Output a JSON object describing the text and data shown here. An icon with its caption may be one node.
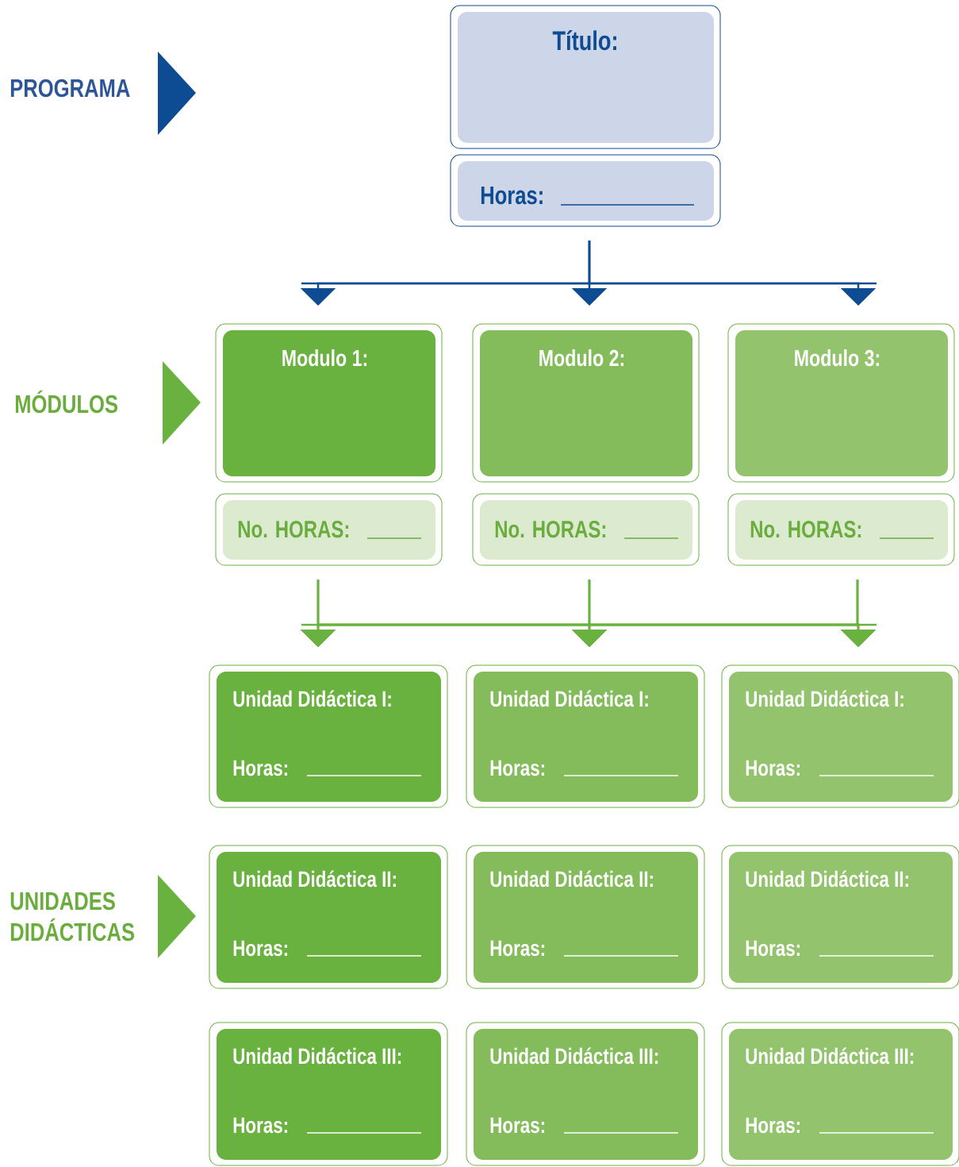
{
  "diagram": {
    "nodes": [
      {
        "text": [
          "Título:"
        ]
      },
      {
        "text": [
          "Horas:"
        ]
      },
      {
        "text": [
          "Modulo 1:"
        ]
      },
      {
        "text": [
          "Modulo 2:"
        ]
      },
      {
        "text": [
          "Modulo 3:"
        ]
      },
      {
        "text": [
          "No. HORAS:"
        ]
      },
      {
        "text": [
          "No. HORAS:"
        ]
      },
      {
        "text": [
          "No. HORAS:"
        ]
      },
      {
        "text": [
          "Unidad Didáctica I:",
          "Horas:"
        ]
      },
      {
        "text": [
          "Unidad Didáctica I:",
          "Horas:"
        ]
      },
      {
        "text": [
          "Unidad Didáctica I:",
          "Horas:"
        ]
      },
      {
        "text": [
          "Unidad Didáctica II:",
          "Horas:"
        ]
      },
      {
        "text": [
          "Unidad Didáctica II:",
          "Horas:"
        ]
      },
      {
        "text": [
          "Unidad Didáctica II:",
          "Horas:"
        ]
      },
      {
        "text": [
          "Unidad Didáctica III:",
          "Horas:"
        ]
      },
      {
        "text": [
          "Unidad Didáctica III:",
          "Horas:"
        ]
      },
      {
        "text": [
          "Unidad Didáctica III:",
          "Horas:"
        ]
      }
    ],
    "edges": [
      {
        "from": 1,
        "to": 2,
        "arrow": "to",
        "color": "#0d4b92"
      },
      {
        "from": 1,
        "to": 3,
        "arrow": "to",
        "color": "#0d4b92"
      },
      {
        "from": 1,
        "to": 4,
        "arrow": "to",
        "color": "#0d4b92"
      },
      {
        "from": 5,
        "to": 8,
        "arrow": "to"
      },
      {
        "from": 5,
        "to": 9,
        "arrow": "to"
      },
      {
        "from": 5,
        "to": 10,
        "arrow": "to"
      },
      {
        "from": 6,
        "to": 8,
        "arrow": "to"
      },
      {
        "from": 6,
        "to": 9,
        "arrow": "to"
      },
      {
        "from": 6,
        "to": 10,
        "arrow": "to"
      },
      {
        "from": 7,
        "to": 8,
        "arrow": "to"
      },
      {
        "from": 7,
        "to": 9,
        "arrow": "to"
      },
      {
        "from": 7,
        "to": 10,
        "arrow": "to"
      }
    ],
    "labels": [
      "PROGRAMA",
      "MÓDULOS",
      "UNIDADES DIDÁCTICAS"
    ]
  }
}
